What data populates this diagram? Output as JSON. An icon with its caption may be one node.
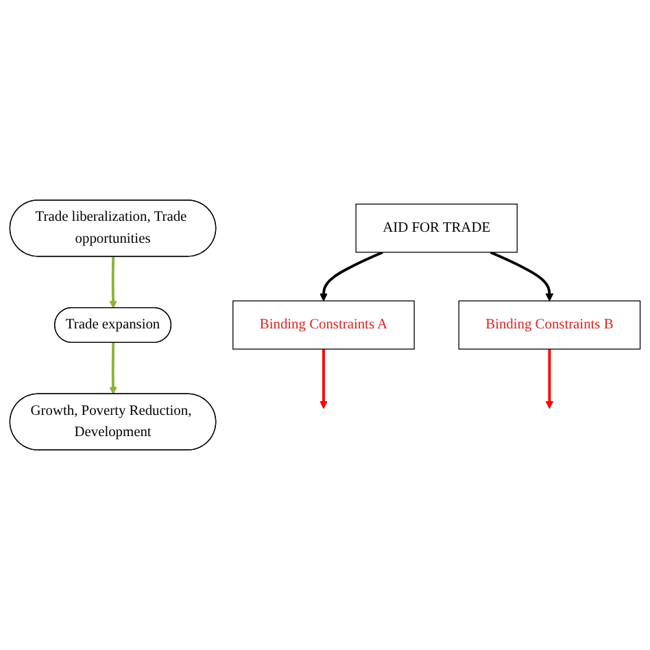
{
  "diagram": {
    "nodes": [
      {
        "text": [
          "Trade liberalization, Trade opportunities"
        ]
      },
      {
        "text": [
          "Binding Constraints A"
        ]
      },
      {
        "text": [
          "Trade expansion"
        ]
      },
      {
        "text": [
          "AID FOR TRADE"
        ]
      },
      {
        "text": [
          "Binding Constraints B"
        ]
      },
      {
        "text": [
          "Growth, Poverty Reduction, Development"
        ]
      }
    ],
    "edges": [
      {
        "from": 0,
        "to": 2,
        "arrow": "to",
        "color": "#8db33a"
      },
      {
        "from": 1,
        "to": null,
        "arrow": "to",
        "color": "#ff0000"
      },
      {
        "from": 2,
        "to": 5,
        "arrow": "to",
        "color": "#8db33a"
      },
      {
        "from": 4,
        "to": null,
        "arrow": "to",
        "color": "#ff0000"
      },
      {
        "from": 3,
        "to": 1,
        "arrow": "to",
        "color": "#000000"
      },
      {
        "from": 3,
        "to": 4,
        "arrow": "to",
        "color": "#000000"
      }
    ]
  }
}
